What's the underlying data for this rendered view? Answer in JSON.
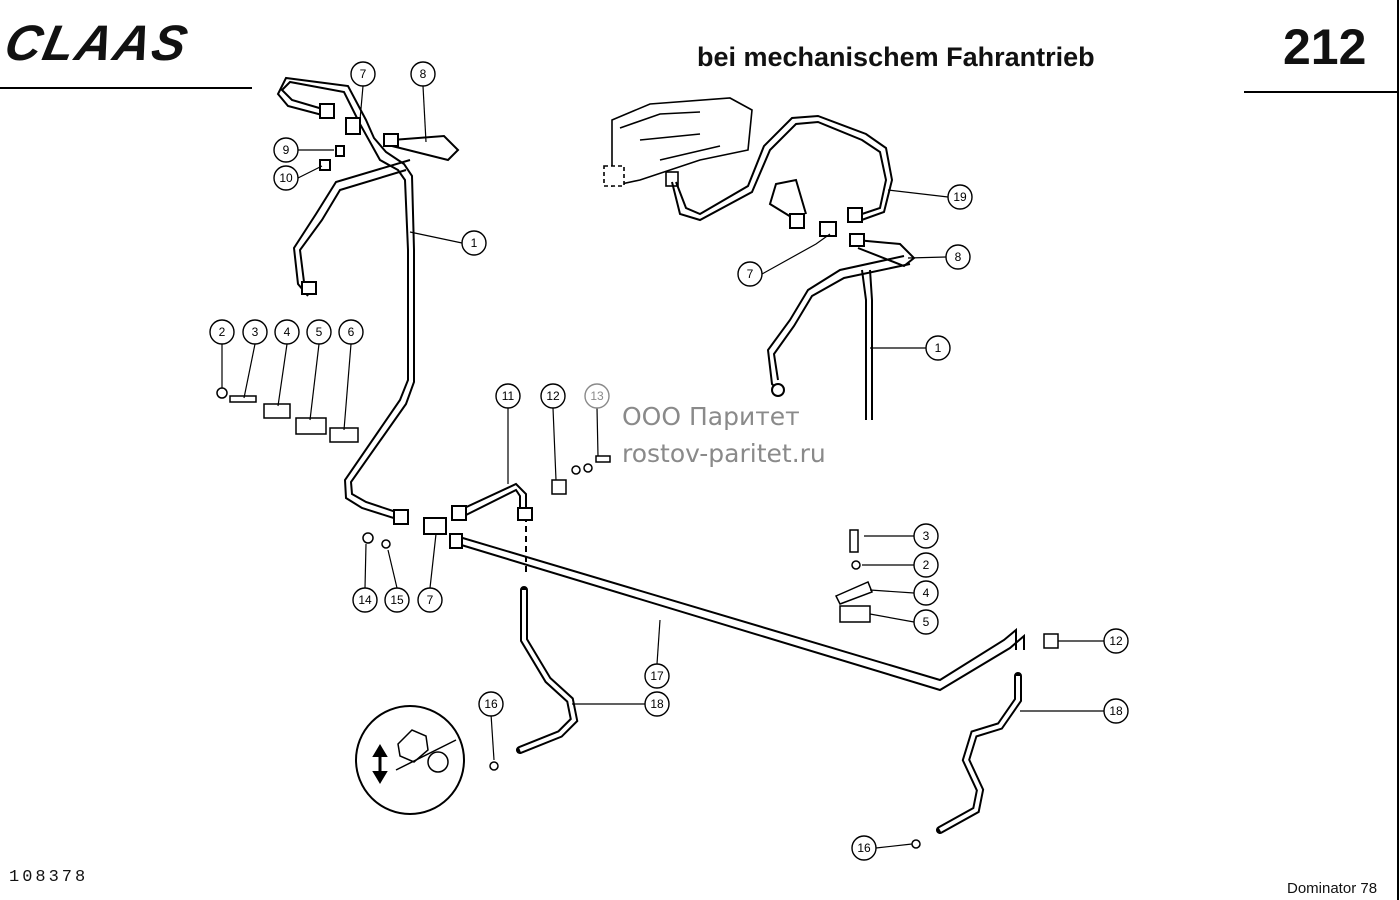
{
  "header": {
    "brand": "CLAAS",
    "title": "bei mechanischem Fahrantrieb",
    "page_number": "212"
  },
  "footer": {
    "document_number": "108378",
    "model": "Dominator 78"
  },
  "watermark": {
    "line1": "ООО Паритет",
    "line2": "rostov-paritet.ru"
  },
  "callouts": {
    "c1a": "1",
    "c1b": "1",
    "c2a": "2",
    "c2b": "2",
    "c3a": "3",
    "c3b": "3",
    "c4a": "4",
    "c4b": "4",
    "c5a": "5",
    "c5b": "5",
    "c6": "6",
    "c7a": "7",
    "c7b": "7",
    "c7c": "7",
    "c8a": "8",
    "c8b": "8",
    "c9": "9",
    "c10": "10",
    "c11": "11",
    "c12a": "12",
    "c12b": "12",
    "c13": "13",
    "c14": "14",
    "c15": "15",
    "c16a": "16",
    "c16b": "16",
    "c17": "17",
    "c18a": "18",
    "c18b": "18",
    "c19": "19"
  }
}
